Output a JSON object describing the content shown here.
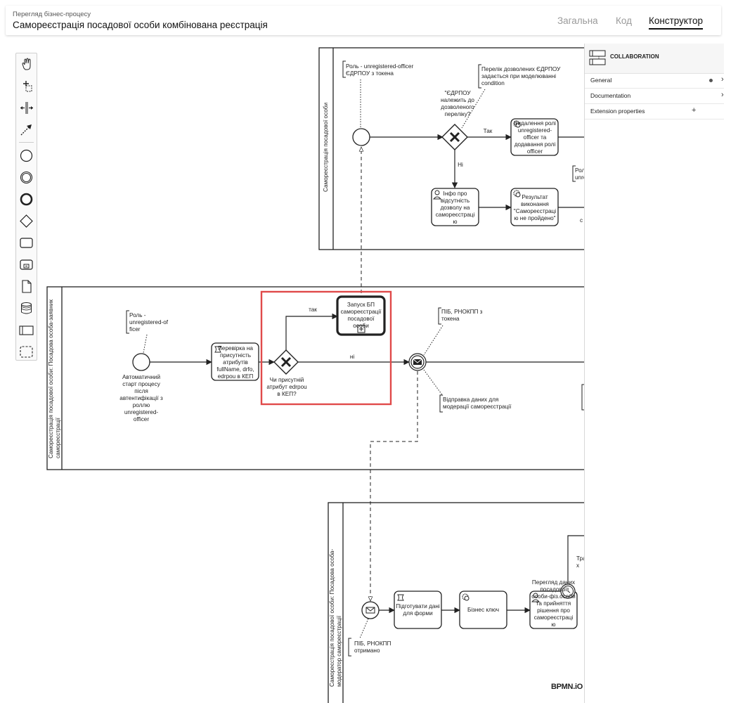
{
  "header": {
    "breadcrumb": "Перегляд бізнес-процесу",
    "title": "Самореєстрація посадової особи комбінована реєстрація",
    "tabs": [
      {
        "label": "Загальна",
        "active": false
      },
      {
        "label": "Код",
        "active": false
      },
      {
        "label": "Конструктор",
        "active": true
      }
    ]
  },
  "palette": {
    "tools": [
      "hand-tool-icon",
      "lasso-tool-icon",
      "space-tool-icon",
      "global-connect-icon",
      "start-event-icon",
      "intermediate-event-icon",
      "end-event-icon",
      "gateway-icon",
      "task-icon",
      "subprocess-icon",
      "data-object-icon",
      "data-store-icon",
      "participant-icon",
      "group-icon"
    ]
  },
  "properties": {
    "header": "COLLABORATION",
    "rows": [
      {
        "label": "General",
        "action": "chevron-right-icon",
        "indicator": true
      },
      {
        "label": "Documentation",
        "action": "chevron-right-icon",
        "indicator": false
      },
      {
        "label": "Extension properties",
        "action": "plus-icon",
        "indicator": false
      }
    ]
  },
  "diagram": {
    "pools": {
      "top": "Самореєстрація посадової особи",
      "middle": "Самореєстрація посадової особи: Посадова особа-заявник самореєстрації",
      "bottom": "Самореєстрація посадової особи: Посадова особа-модератор самореєстрації"
    },
    "annotations": {
      "top_role": "Роль - unregistered-officer ЄДРПОУ з токена",
      "top_allowed": "Перелік дозволених ЄДРПОУ задається при моделюванні condition",
      "mid_role": "Роль - unregistered-of ficer",
      "mid_pib": "ПІБ, РНОКПП з токена",
      "mid_moderation": "Відправка даних для модерації самореєстрації",
      "bottom_pib": "ПІБ, РНОКПП отримано",
      "top_right_cut": "Рол unre",
      "bottom_right_cut": "Тра х"
    },
    "events": {
      "mid_start": "Автоматичний старт процесу після автентифікації з роллю unregistered-officer"
    },
    "gateways": {
      "top_question": "\"ЄДРПОУ належить до дозволеного переліку?",
      "mid_question": "Чи присутній атрибут edrpou в КЕП?"
    },
    "flows": {
      "top_yes": "Так",
      "top_no": "Ні",
      "mid_yes": "так",
      "mid_no": "ні",
      "top_cut_c": "с"
    },
    "tasks": {
      "top_remove_role": "Видалення ролі unregistered-officer та додавання ролі officer",
      "top_info": "Інфо про відсутність дозволу на самореєстраці ю",
      "top_result": "Результат виконання \"Самореєстраці ю не пройдено\"",
      "mid_check": "Перевірка на присутність атрибутів fullName, drfo, edrpou в КЕП",
      "mid_call": "Запуск БП самореєстрації посадової особи",
      "bottom_prepare": "Підготувати дані для форми",
      "bottom_key": "Бізнес ключ",
      "bottom_review": "Перегляд даних посадової особи-фіз.особи та прийняття рішення про самореєстраці ю"
    },
    "logo": "BPMN.iO"
  },
  "colors": {
    "highlight": "#e04a4a",
    "stroke": "#222222",
    "active_tab": "#111111",
    "inactive_tab": "#9a9a9a"
  }
}
